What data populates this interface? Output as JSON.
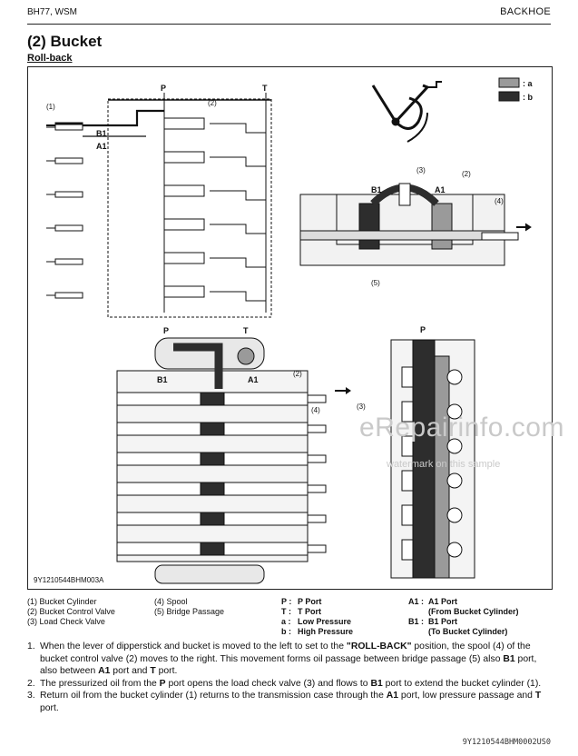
{
  "header": {
    "left": "BH77, WSM",
    "right": "BACKHOE"
  },
  "section": {
    "title": "(2)  Bucket",
    "subtitle": "Roll-back"
  },
  "figure": {
    "code": "9Y1210544BHM003A",
    "key_a": ": a",
    "key_b": ": b",
    "labels": {
      "p": "P",
      "t": "T",
      "b1": "B1",
      "a1": "A1",
      "c1": "(1)",
      "c2": "(2)",
      "c3": "(3)",
      "c4": "(4)",
      "c5": "(5)"
    },
    "watermark": "eRepairinfo.com",
    "watermark_sub": "watermark on this sample"
  },
  "legend": {
    "col1": [
      "(1)  Bucket Cylinder",
      "(2)  Bucket Control Valve",
      "(3)  Load Check Valve"
    ],
    "col2": [
      "(4)  Spool",
      "(5)  Bridge Passage"
    ],
    "col3_keys": [
      "P :",
      "T :",
      "a :",
      "b :"
    ],
    "col3_vals": [
      "P Port",
      "T Port",
      "Low Pressure",
      "High Pressure"
    ],
    "col4_keys": [
      "A1 :",
      "",
      "B1 :",
      ""
    ],
    "col4_vals": [
      "A1 Port",
      "(From Bucket Cylinder)",
      "B1 Port",
      "(To Bucket Cylinder)"
    ]
  },
  "body": [
    {
      "num": "1.",
      "pre": "When the lever of dipperstick and bucket is moved to the left to set to the ",
      "b1": "\"ROLL-BACK\"",
      "mid": " position, the spool (4) of the bucket control valve (2) moves to the right. This movement forms oil passage between bridge passage (5) also ",
      "b2": "B1",
      "mid2": " port, also between ",
      "b3": "A1",
      "mid3": " port and ",
      "b4": "T",
      "post": " port."
    },
    {
      "num": "2.",
      "pre": "The pressurized oil from the ",
      "b1": "P",
      "mid": " port opens the load check valve (3) and flows to ",
      "b2": "B1",
      "post": " port to extend the bucket cylinder (1)."
    },
    {
      "num": "3.",
      "pre": "Return oil from the bucket cylinder (1) returns to the transmission case through the ",
      "b1": "A1",
      "mid": " port, low pressure passage and ",
      "b2": "T",
      "post": " port."
    }
  ],
  "doc_id": "9Y1210544BHM0002US0"
}
